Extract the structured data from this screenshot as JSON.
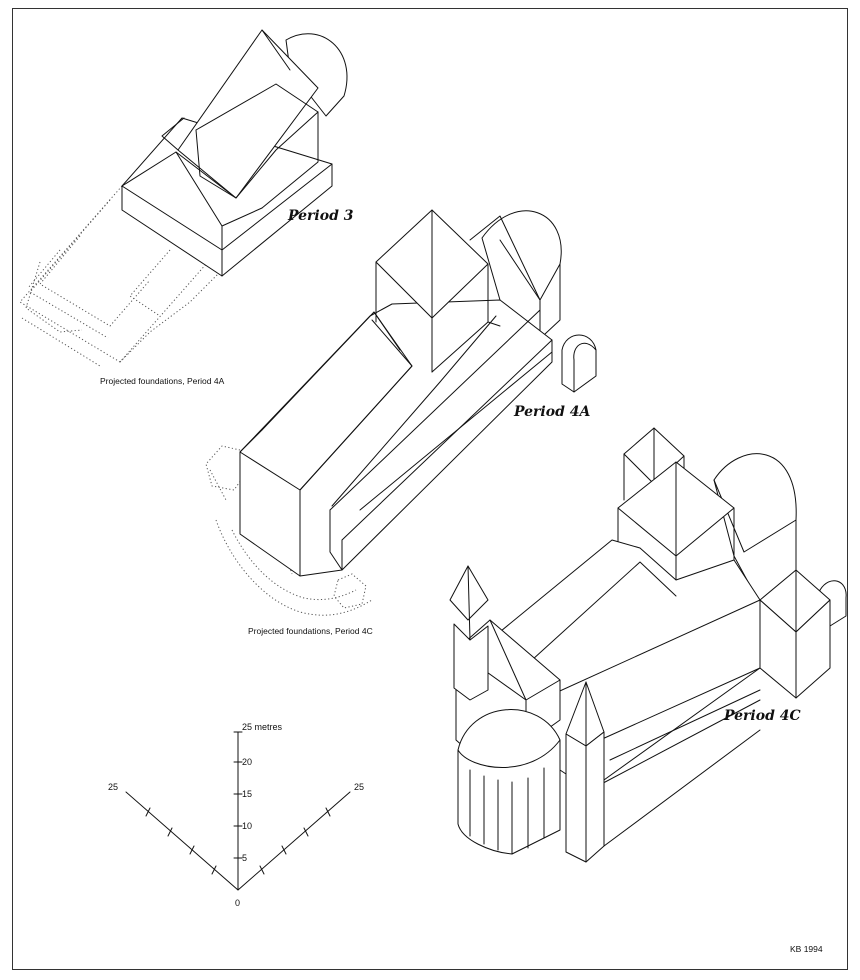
{
  "labels": {
    "period_3": "Period 3",
    "period_4a": "Period 4A",
    "period_4c": "Period 4C",
    "projected_4a": "Projected foundations, Period 4A",
    "projected_4c": "Projected foundations, Period 4C",
    "credit": "KB 1994"
  },
  "scale": {
    "vertical_unit": "25 metres",
    "ticks": [
      "20",
      "15",
      "10",
      "5",
      "0"
    ],
    "left_end": "25",
    "right_end": "25"
  }
}
